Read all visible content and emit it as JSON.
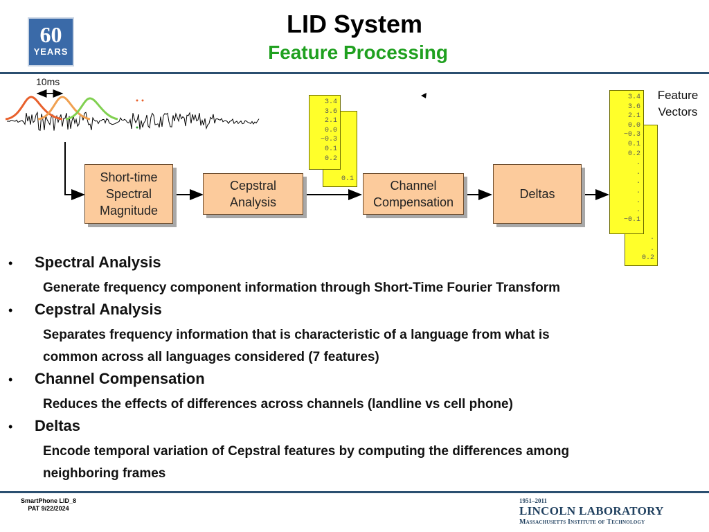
{
  "header": {
    "title": "LID System",
    "subtitle": "Feature Processing",
    "logo_number": "60",
    "logo_text": "YEARS"
  },
  "diagram": {
    "time_label": "10ms",
    "blocks": [
      {
        "label": "Short-time Spectral Magnitude"
      },
      {
        "label": "Cepstral Analysis"
      },
      {
        "label": "Channel Compensation"
      },
      {
        "label": "Deltas"
      }
    ],
    "vector_small_front": [
      "3.4",
      "3.6",
      "2.1",
      "0.0",
      "−0.3",
      "0.1",
      "0.2"
    ],
    "vector_small_back_tail": "0.1",
    "vector_large_front": [
      "3.4",
      "3.6",
      "2.1",
      "0.0",
      "−0.3",
      "0.1",
      "0.2",
      ".",
      ".",
      ".",
      ".",
      ".",
      ".",
      "−0.1"
    ],
    "vector_large_back_tail": [
      "·",
      ".",
      "0.2"
    ],
    "feature_label": "Feature Vectors"
  },
  "bullets": [
    {
      "heading": "Spectral Analysis",
      "desc": [
        "Generate frequency component information through Short-Time Fourier Transform"
      ]
    },
    {
      "heading": "Cepstral Analysis",
      "desc": [
        "Separates frequency information that is characteristic of a language from what is",
        "common across all languages considered  (7 features)"
      ]
    },
    {
      "heading": "Channel Compensation",
      "desc": [
        "Reduces the effects of differences across channels (landline vs cell phone)"
      ]
    },
    {
      "heading": "Deltas",
      "desc": [
        "Encode temporal variation of Cepstral features by computing the differences among",
        "neighboring frames"
      ]
    }
  ],
  "footer": {
    "left_line1": "SmartPhone LID_8",
    "left_line2": "PAT 9/22/2024",
    "years": "1951–2011",
    "lab": "LINCOLN LABORATORY",
    "mit": "Massachusetts Institute of Technology"
  },
  "colors": {
    "block_fill": "#fccb9c",
    "vector_fill": "#ffff2a",
    "subtitle": "#1fa01f",
    "rule": "#2b4f70",
    "gaussian_1": "#e8602c",
    "gaussian_2": "#f0a050",
    "gaussian_3": "#80d050"
  }
}
